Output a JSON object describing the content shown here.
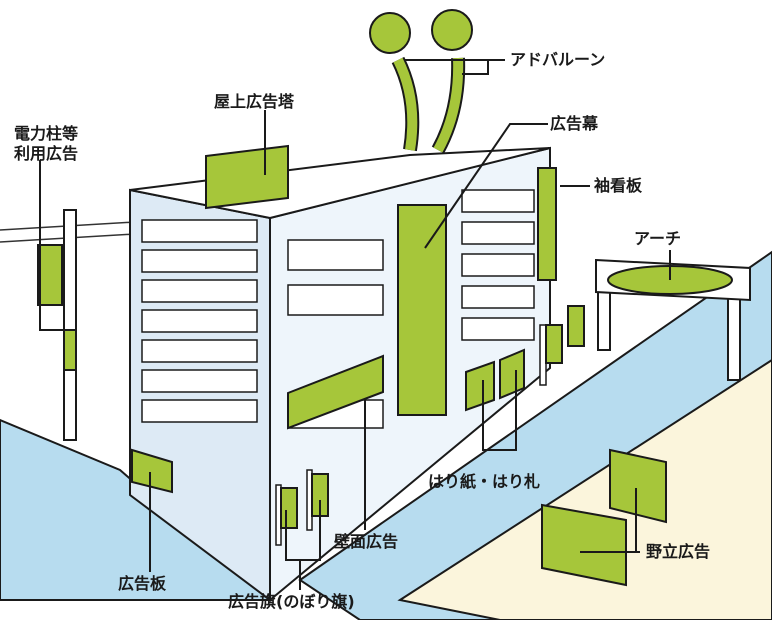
{
  "labels": {
    "ad_balloon": "アドバルーン",
    "rooftop_tower": "屋上広告塔",
    "utility_pole_line1": "電力柱等",
    "utility_pole_line2": "利用広告",
    "banner": "広告幕",
    "projecting_sign": "袖看板",
    "arch": "アーチ",
    "posters": "はり紙・はり札",
    "wall_ad": "壁面広告",
    "billboard": "広告板",
    "flags": "広告旗(のぼり旗)",
    "standalone": "野立広告"
  },
  "colors": {
    "ad_green": "#a6c63a",
    "road_blue": "#b7dcef",
    "sidewalk": "#fbf5dc",
    "window_blue": "#e8f2fa",
    "outline": "#1a1a1a"
  }
}
